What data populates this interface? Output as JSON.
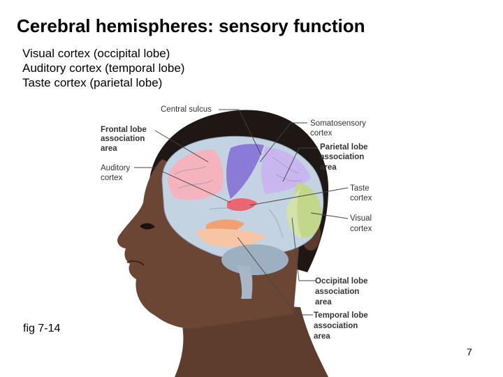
{
  "slide": {
    "title": "Cerebral hemispheres: sensory function",
    "bullets": [
      "Visual cortex (occipital lobe)",
      "Auditory cortex (temporal lobe)",
      "Taste cortex (parietal lobe)"
    ],
    "figure_ref": "fig 7-14",
    "page_number": "7"
  },
  "diagram": {
    "labels": {
      "central_sulcus": "Central sulcus",
      "frontal_1": "Frontal lobe",
      "frontal_2": "association",
      "frontal_3": "area",
      "auditory_1": "Auditory",
      "auditory_2": "cortex",
      "somato_1": "Somatosensory",
      "somato_2": "cortex",
      "parietal_1": "Parietal lobe",
      "parietal_2": "association",
      "parietal_3": "area",
      "taste_1": "Taste",
      "taste_2": "cortex",
      "visual_1": "Visual",
      "visual_2": "cortex",
      "occipital_1": "Occipital lobe",
      "occipital_2": "association",
      "occipital_3": "area",
      "temporal_1": "Temporal lobe",
      "temporal_2": "association",
      "temporal_3": "area"
    },
    "colors": {
      "skin": "#6b4634",
      "hair": "#1e1714",
      "brain_base": "#c4d3e2",
      "frontal_assoc": "#f4b3bd",
      "auditory": "#f3a070",
      "somatosensory": "#8b7ad8",
      "parietal_assoc": "#c9b6ee",
      "taste": "#ee6470",
      "visual": "#c2d78a",
      "occipital_assoc": "#d3e2a8",
      "temporal_assoc": "#f7c4a6",
      "cerebellum": "#9db0c2"
    }
  }
}
